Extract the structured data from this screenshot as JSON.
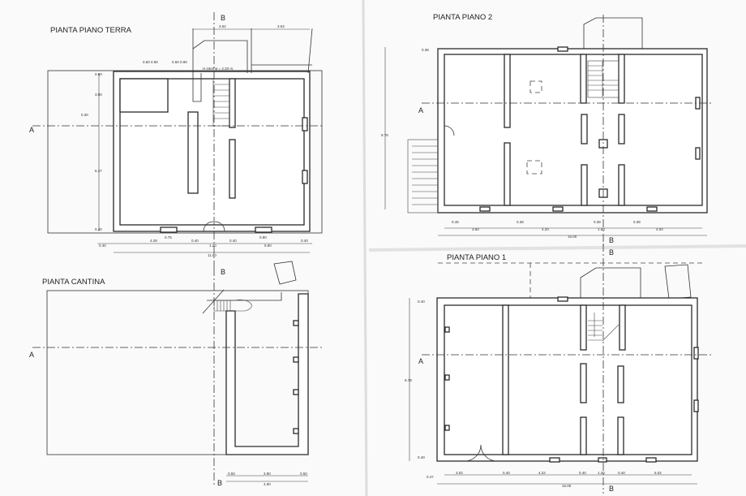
{
  "sheets": {
    "ground_floor": {
      "title": "PIANTA PIANO TERRA",
      "note": "H interna = 2.20 m.",
      "dims_bottom": [
        "0.40",
        "4.28",
        "0.40",
        "1.20",
        "0.40",
        "5.80",
        "0.40"
      ],
      "dim_total": "11.60",
      "dims_left": [
        "0.60",
        "3.00",
        "0.30",
        "6.47",
        "0.40"
      ],
      "dims_top": [
        "3.52",
        "3.53"
      ],
      "window_labels": [
        "0.60 0.90",
        "0.60 0.90",
        "0.75",
        "0.80"
      ]
    },
    "cellar": {
      "title": "PIANTA CANTINA",
      "dims_bottom": [
        "0.50",
        "3.80",
        "0.50"
      ],
      "dim_total": "4.90"
    },
    "floor_2": {
      "title": "PIANTA PIANO 2",
      "dims_bottom": [
        "0.45",
        "3.60",
        "0.38",
        "4.20",
        "0.38",
        "1.60",
        "0.38",
        "4.00"
      ],
      "dim_total": "15.00",
      "dim_left": "9.78",
      "dim_top": "0.38"
    },
    "floor_1": {
      "title": "PIANTA PIANO 1",
      "dims_bottom": [
        "0.47",
        "3.02",
        "0.40",
        "4.22",
        "0.40",
        "1.20",
        "0.40",
        "5.02"
      ],
      "dim_total": "15.00",
      "dim_left": "9.78",
      "dims_left_small": [
        "0.40",
        "0.40"
      ]
    }
  },
  "section_markers": {
    "a": "A",
    "b": "B"
  }
}
